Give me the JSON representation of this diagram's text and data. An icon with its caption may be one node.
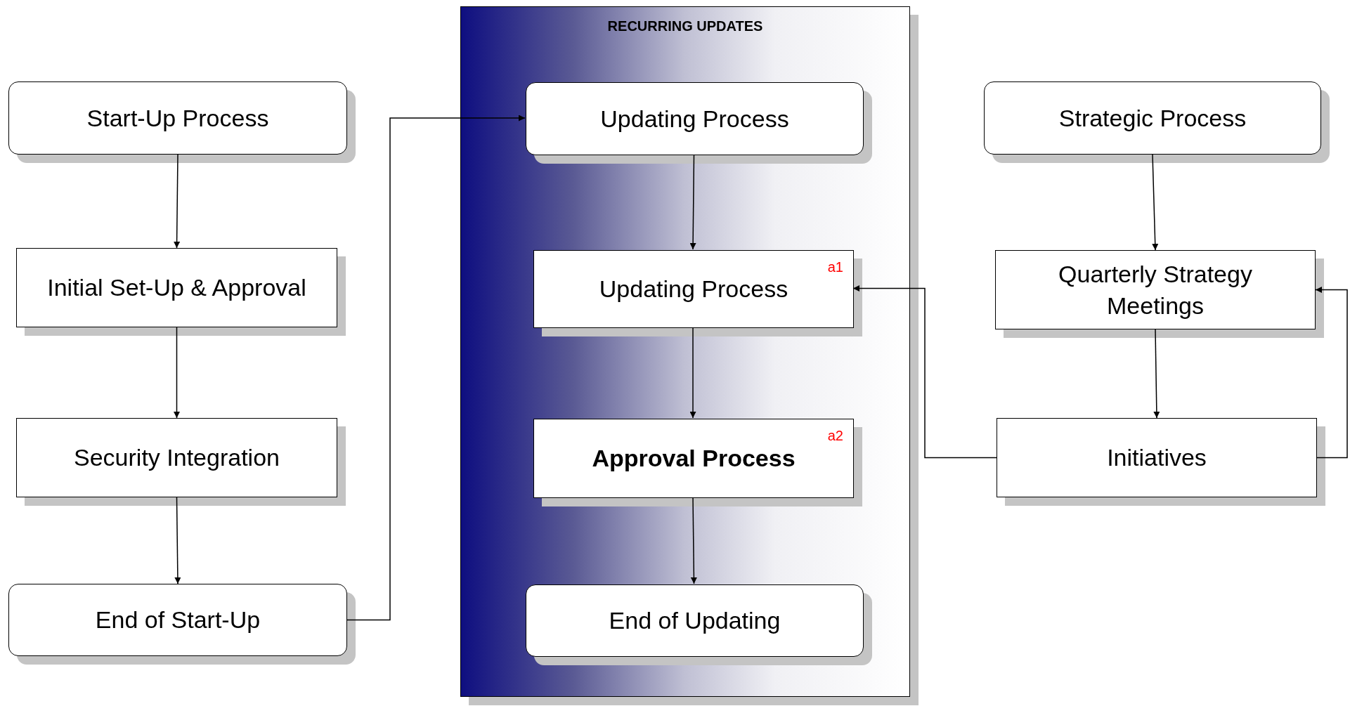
{
  "diagram": {
    "nodes": [
      {
        "text": [
          "Start-Up Process"
        ]
      },
      {
        "text": [
          "Initial Set-Up & Approval"
        ]
      },
      {
        "text": [
          "Security Integration"
        ]
      },
      {
        "text": [
          "End of Start-Up"
        ]
      },
      {
        "text": [
          "RECURRING UPDATES"
        ]
      },
      {
        "text": [
          "Updating Process"
        ],
        "in": 4
      },
      {
        "text": [
          "Updating Process",
          "a1"
        ],
        "in": 4
      },
      {
        "text": [
          "Approval Process",
          "a2"
        ],
        "in": 4
      },
      {
        "text": [
          "End of Updating"
        ],
        "in": 4
      },
      {
        "text": [
          "Strategic Process"
        ]
      },
      {
        "text": [
          "Quarterly Strategy Meetings"
        ]
      },
      {
        "text": [
          "Initiatives"
        ]
      }
    ],
    "edges": [
      {
        "from": 0,
        "to": 1,
        "arrow": "to"
      },
      {
        "from": 1,
        "to": 2,
        "arrow": "to"
      },
      {
        "from": 2,
        "to": 3,
        "arrow": "to"
      },
      {
        "from": 3,
        "to": 5,
        "arrow": "to"
      },
      {
        "from": 5,
        "to": 6,
        "arrow": "to"
      },
      {
        "from": 6,
        "to": 7,
        "arrow": "to"
      },
      {
        "from": 7,
        "to": 8,
        "arrow": "to"
      },
      {
        "from": 9,
        "to": 10,
        "arrow": "to"
      },
      {
        "from": 10,
        "to": 11,
        "arrow": "to"
      },
      {
        "from": 11,
        "to": 6,
        "arrow": "to"
      },
      {
        "from": 11,
        "to": 10,
        "arrow": "to"
      }
    ]
  }
}
